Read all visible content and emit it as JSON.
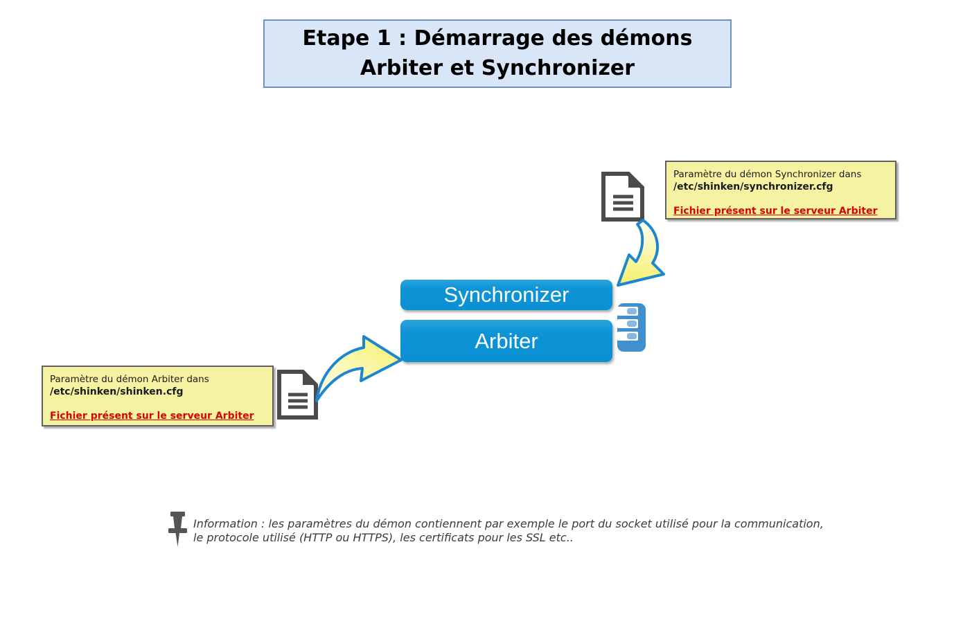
{
  "title": {
    "line1": "Etape 1 : Démarrage des démons",
    "line2": "Arbiter et Synchronizer"
  },
  "nodes": {
    "synchronizer_label": "Synchronizer",
    "arbiter_label": "Arbiter"
  },
  "notes": {
    "synchronizer": {
      "intro": "Paramètre du démon Synchronizer dans",
      "path": "/etc/shinken/synchronizer.cfg",
      "link": "Fichier présent sur le serveur Arbiter"
    },
    "arbiter": {
      "intro": "Paramètre du démon Arbiter dans",
      "path": "/etc/shinken/shinken.cfg",
      "link": "Fichier présent sur le serveur Arbiter"
    }
  },
  "info": {
    "line1": "Information : les paramètres du démon contiennent par exemple le port du socket utilisé pour la communication,",
    "line2": "le protocole utilisé (HTTP ou HTTPS), les certificats pour les SSL etc.."
  },
  "icons": {
    "document_top": "document-icon",
    "document_left": "document-icon",
    "server": "server-icon",
    "pushpin": "pushpin-icon",
    "arrow_to_synchronizer": "curved-arrow-down-icon",
    "arrow_to_arbiter": "curved-arrow-right-icon"
  },
  "colors": {
    "node_blue": "#0f95d6",
    "server_blue": "#4090d0",
    "note_yellow": "#f5f3a2",
    "title_blue": "#d9e6f7",
    "title_border": "#7191bd",
    "link_red": "#dd0000",
    "arrow_outline": "#1e86d0",
    "arrow_fill": "#f7f37e",
    "icon_gray": "#4b4b4b"
  }
}
